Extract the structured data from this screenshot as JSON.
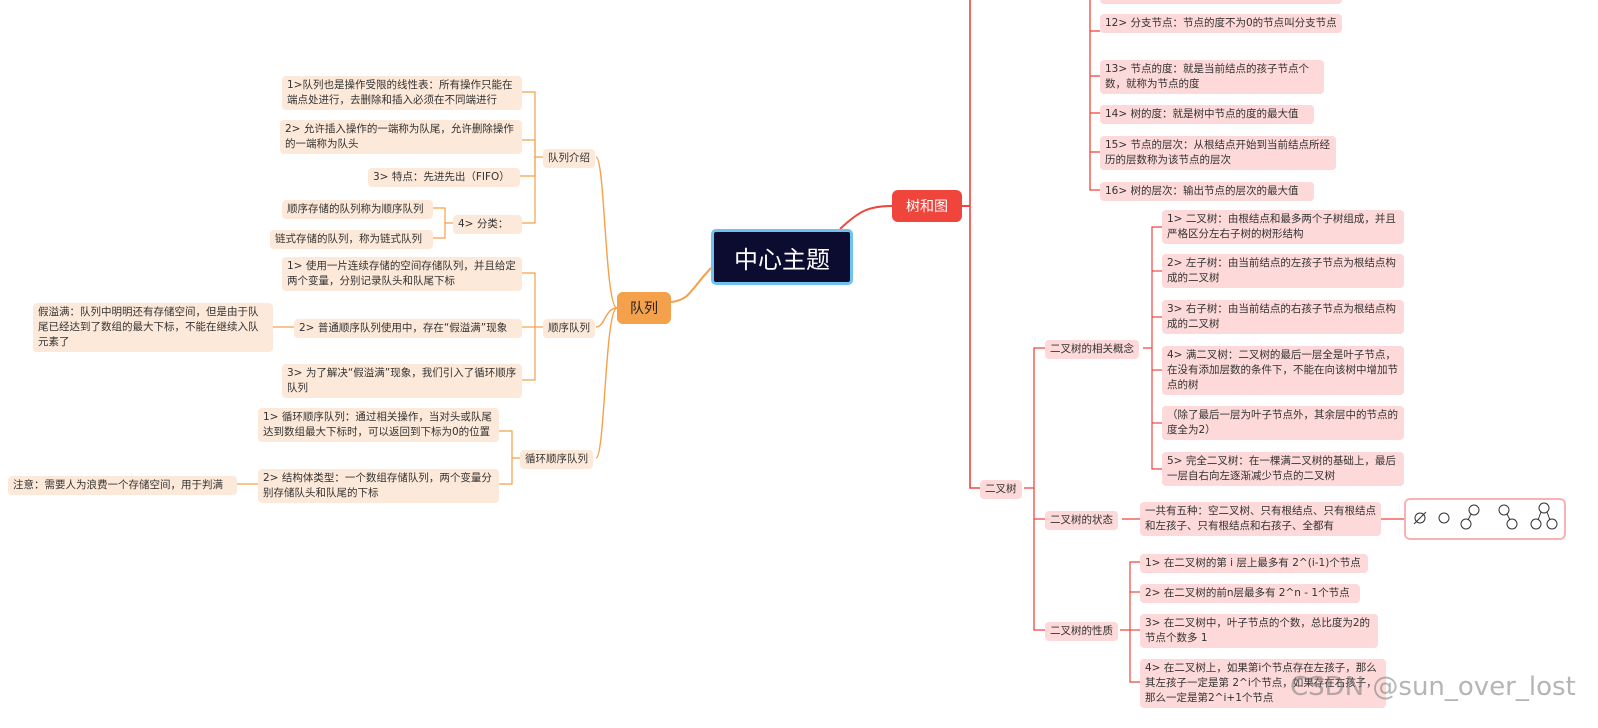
{
  "center": "中心主题",
  "queue": {
    "label": "队列",
    "intro": {
      "label": "队列介绍",
      "items": [
        "1>队列也是操作受限的线性表：所有操作只能在端点处进行，去删除和插入必须在不同端进行",
        "2>    允许插入操作的一端称为队尾，允许删除操作的一端称为队头",
        "3>    特点：先进先出（FIFO）"
      ],
      "cat": {
        "label": "4>    分类：",
        "items": [
          "顺序存储的队列称为顺序队列",
          "链式存储的队列，称为链式队列"
        ]
      }
    },
    "seq": {
      "label": "顺序队列",
      "items": [
        "1>    使用一片连续存储的空间存储队列，并且给定两个变量，分别记录队头和队尾下标",
        "2>    普通顺序队列使用中，存在“假溢满”现象",
        "3>    为了解决“假溢满”现象，我们引入了循环顺序队列"
      ],
      "note": "假溢满：队列中明明还有存储空间，但是由于队尾已经达到了数组的最大下标，不能在继续入队元素了"
    },
    "circ": {
      "label": "循环顺序队列",
      "items": [
        "1>    循环顺序队列：通过相关操作，当对头或队尾达到数组最大下标时，可以返回到下标为0的位置",
        "2>    结构体类型：一个数组存储队列，两个变量分别存储队头和队尾的下标"
      ],
      "note": "注意：需要人为浪费一个存储空间，用于判满"
    }
  },
  "tree": {
    "label": "树和图",
    "terms": [
      "12>    分支节点：节点的度不为0的节点叫分支节点",
      "13>    节点的度：就是当前结点的孩子节点个数，就称为节点的度",
      "14>    树的度：就是树中节点的度的最大值",
      "15>    节点的层次：从根结点开始到当前结点所经历的层数称为该节点的层次",
      "16>    树的层次：输出节点的层次的最大值"
    ],
    "bt": {
      "label": "二叉树",
      "concepts": {
        "label": "二叉树的相关概念",
        "items": [
          "1>    二叉树：由根结点和最多两个子树组成，并且严格区分左右子树的树形结构",
          "2>    左子树：由当前结点的左孩子节点为根结点构成的二叉树",
          "3>    右子树：由当前结点的右孩子节点为根结点构成的二叉树",
          "4>    满二叉树：二叉树的最后一层全是叶子节点，在没有添加层数的条件下，不能在向该树中增加节点的树",
          "（除了最后一层为叶子节点外，其余层中的节点的度全为2）",
          "5>    完全二叉树：在一棵满二叉树的基础上，最后一层自右向左逐渐减少节点的二叉树"
        ]
      },
      "state": {
        "label": "二叉树的状态",
        "text": "一共有五种：空二叉树、只有根结点、只有根结点和左孩子、只有根结点和右孩子、全都有"
      },
      "props": {
        "label": "二叉树的性质",
        "items": [
          "1>    在二叉树的第 i 层上最多有  2^(i-1)个节点",
          "2>    在二叉树的前n层最多有  2^n - 1个节点",
          "3>    在二叉树中，叶子节点的个数，总比度为2的节点个数多 1",
          "4>    在二叉树上，如果第i个节点存在左孩子，那么其左孩子一定是第 2^i个节点，如果存在右孩子，那么一定是第2^i+1个节点"
        ]
      }
    }
  },
  "watermark": "CSDN @sun_over_lost",
  "colors": {
    "center_bg": "#0c0c30",
    "center_border": "#6fc2ee",
    "queue": "#f5a04a",
    "tree": "#f0453d",
    "queue_node": "#fde9d9",
    "tree_node": "#fdd9d9"
  }
}
